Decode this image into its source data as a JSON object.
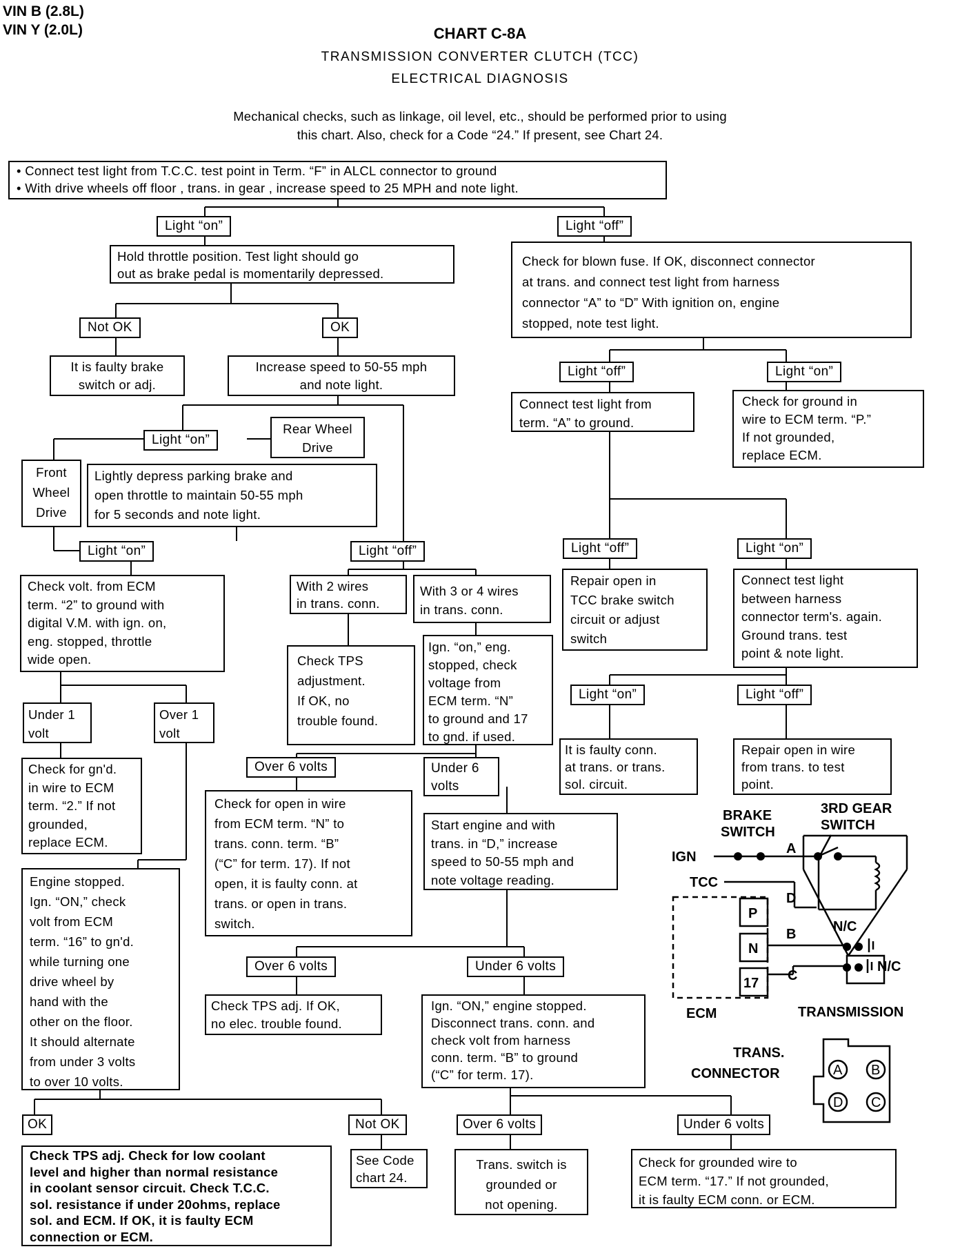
{
  "header": {
    "vin_b": "VIN B (2.8L)",
    "vin_y": "VIN Y (2.0L)",
    "chart_title": "CHART C-8A",
    "subtitle_1": "TRANSMISSION CONVERTER CLUTCH (TCC)",
    "subtitle_2": "ELECTRICAL DIAGNOSIS",
    "note_1": "Mechanical checks, such as linkage, oil level, etc., should be performed prior to using",
    "note_2": "this chart.  Also, check for a Code “24.” If present, see Chart 24."
  },
  "boxes": {
    "start": "• Connect test light from T.C.C. test point in Term. “F” in ALCL connector to ground\n• With drive wheels off floor , trans. in gear , increase speed to 25 MPH and note light.",
    "hold_throttle": "Hold throttle position. Test light should go\nout as brake pedal is momentarily depressed.",
    "faulty_brake": "It is faulty brake\nswitch or adj.",
    "increase_speed": "Increase speed to 50-55 mph\nand note light.",
    "rear_wheel": "Rear Wheel\nDrive",
    "front_wheel": "Front\nWheel\nDrive",
    "parking_brake": "Lightly depress parking brake and\nopen throttle to maintain 50-55 mph\nfor 5 seconds and note light.",
    "check_volt_ecm2": "Check volt. from ECM\nterm. “2” to ground with\ndigital V.M. with ign. on,\neng. stopped, throttle\nwide open.",
    "under1": "Under 1\nvolt",
    "over1": "Over 1\nvolt",
    "check_gnd_wire2": "Check for gn'd.\nin wire to ECM\nterm. “2.” If not\ngrounded,\nreplace ECM.",
    "engine_stopped_16": "Engine stopped.\nIgn. “ON,” check\nvolt from ECM\nterm. “16” to gn'd.\nwhile turning one\ndrive wheel by\nhand with the\nother on the floor.\nIt should alternate\nfrom under 3 volts\nto over 10 volts.",
    "check_tps_low_coolant": "Check TPS adj. Check for low coolant\nlevel and higher than normal resistance\nin coolant sensor circuit. Check T.C.C.\nsol. resistance if under 20ohms, replace\nsol. and ECM. If OK, it is faulty ECM\nconnection or ECM.",
    "see_code24": "See Code\nchart 24.",
    "two_wires": "With 2 wires\nin trans. conn.",
    "three_four_wires": "With 3 or 4 wires\nin trans. conn.",
    "check_tps_adj": "Check TPS\nadjustment.\nIf OK, no\ntrouble found.",
    "ign_on_check_n": "Ign. “on,” eng.\nstopped, check\nvoltage from\nECM term. “N”\nto ground and 17\nto gnd. if used.",
    "check_open_n": "Check for open in wire\nfrom ECM term. “N” to\ntrans. conn. term. “B”\n(“C” for term. 17). If not\nopen, it is faulty conn. at\ntrans. or open in trans.\nswitch.",
    "start_engine": "Start engine and with\ntrans. in “D,” increase\nspeed to 50-55 mph and\nnote voltage reading.",
    "check_tps_no_elec": "Check TPS adj. If OK,\nno elec. trouble found.",
    "disconnect_trans": "Ign. “ON,” engine stopped.\nDisconnect trans. conn. and\ncheck volt from harness\nconn. term. “B” to ground\n(“C” for term. 17).",
    "trans_switch_grounded": "Trans. switch is\ngrounded or\nnot opening.",
    "check_grounded_17": "Check for grounded wire to\nECM term. “17.” If not grounded,\nit is faulty ECM conn. or ECM.",
    "blown_fuse": "Check for blown fuse.  If OK, disconnect connector\nat trans. and connect test light from harness\nconnector “A” to “D”  With ignition on, engine\nstopped, note test light.",
    "connect_term_a": "Connect test light from\nterm. “A” to ground.",
    "check_ground_p": "Check for ground in\nwire to ECM term. “P.”\nIf not grounded,\nreplace ECM.",
    "repair_brake_switch": "Repair open in\nTCC brake switch\ncircuit or adjust\nswitch",
    "connect_again": "Connect test light\nbetween harness\nconnector term's. again.\nGround trans. test\npoint & note light.",
    "faulty_conn_sol": "It is faulty conn.\nat trans. or trans.\nsol. circuit.",
    "repair_open_trans": "Repair open in wire\nfrom trans. to test\npoint."
  },
  "labels": {
    "light_on": "Light “on”",
    "light_off": "Light “off”",
    "not_ok": "Not OK",
    "ok": "OK",
    "over_6": "Over 6 volts",
    "under_6": "Under 6 volts",
    "under_6_split": "Under 6\nvolts"
  },
  "wiring": {
    "brake_switch_1": "BRAKE",
    "brake_switch_2": "SWITCH",
    "gear_switch_1": "3RD GEAR",
    "gear_switch_2": "SWITCH",
    "ign": "IGN",
    "tcc": "TCC",
    "pin_p": "P",
    "pin_n": "N",
    "pin_17": "17",
    "term_a": "A",
    "term_b": "B",
    "term_c": "C",
    "term_d": "D",
    "nc_1": "N/C",
    "nc_2": "N/C",
    "ecm": "ECM",
    "transmission": "TRANSMISSION",
    "trans_connector_1": "TRANS.",
    "trans_connector_2": "CONNECTOR",
    "conn_a": "A",
    "conn_b": "B",
    "conn_c": "C",
    "conn_d": "D"
  }
}
